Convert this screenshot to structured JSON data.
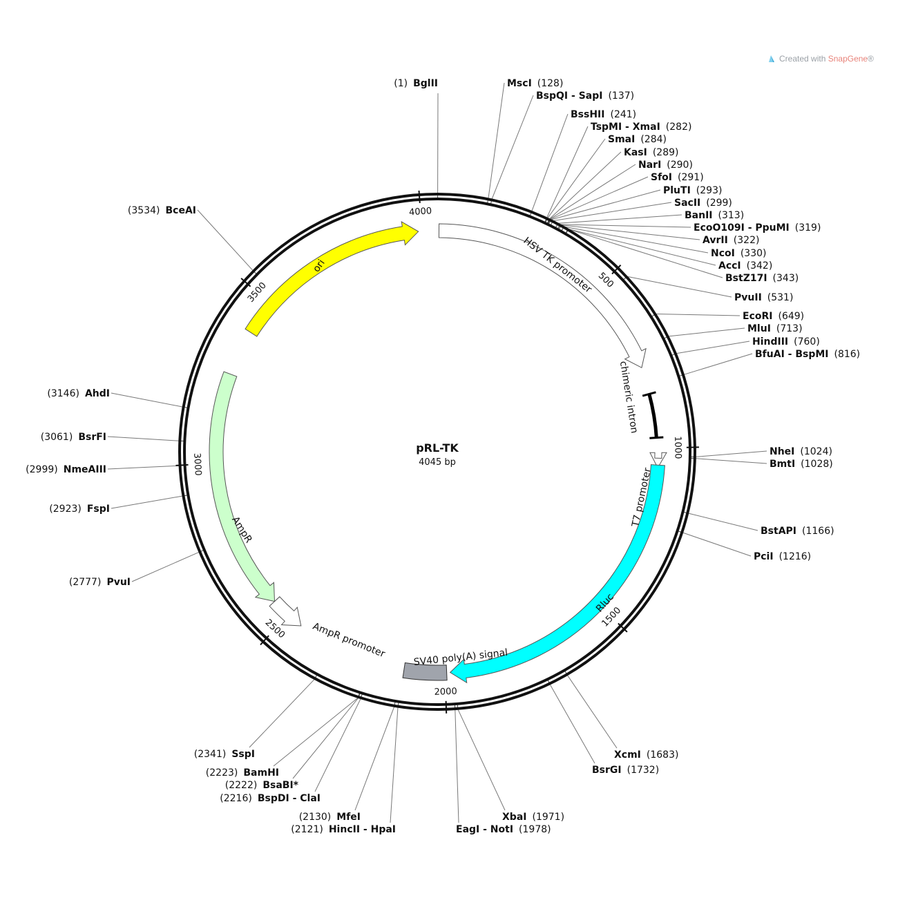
{
  "credit": {
    "prefix": "Created with",
    "brand": "SnapGene",
    "mark": "®"
  },
  "plasmid": {
    "name": "pRL-TK",
    "length": 4045,
    "length_label": "4045 bp"
  },
  "colors": {
    "ori": "#ffff00",
    "rluc": "#00ffff",
    "ampr": "#ccffcc",
    "sv40": "#a0a4ac",
    "outline": "#808080",
    "backbone": "#111111"
  },
  "ticks": [
    {
      "pos": 500,
      "label": "500"
    },
    {
      "pos": 1000,
      "label": "1000"
    },
    {
      "pos": 1500,
      "label": "1500"
    },
    {
      "pos": 2000,
      "label": "2000"
    },
    {
      "pos": 2500,
      "label": "2500"
    },
    {
      "pos": 3000,
      "label": "3000"
    },
    {
      "pos": 3500,
      "label": "3500"
    },
    {
      "pos": 4000,
      "label": "4000"
    }
  ],
  "features": [
    {
      "name": "ori",
      "start": 3400,
      "end": 3990,
      "direction": "forward",
      "color": "#ffff00",
      "label": "ori"
    },
    {
      "name": "hsv-tk-promoter",
      "start": 5,
      "end": 760,
      "direction": "forward",
      "color": "#ffffff",
      "label": "HSV TK promoter"
    },
    {
      "name": "chimeric-intron",
      "start": 840,
      "end": 970,
      "direction": "none",
      "color": "#000000",
      "label": "chimeric intron"
    },
    {
      "name": "t7-promoter",
      "start": 1030,
      "end": 1050,
      "direction": "forward",
      "color": "#ffffff",
      "label": "T7 promoter"
    },
    {
      "name": "rluc",
      "start": 1050,
      "end": 1985,
      "direction": "forward",
      "color": "#00ffff",
      "label": "Rluc"
    },
    {
      "name": "sv40-polya",
      "start": 1995,
      "end": 2120,
      "direction": "none",
      "color": "#a0a4ac",
      "label": "SV40 poly(A) signal"
    },
    {
      "name": "ampr-promoter",
      "start": 2450,
      "end": 2555,
      "direction": "reverse",
      "color": "#ffffff",
      "label": "AmpR promoter"
    },
    {
      "name": "ampr",
      "start": 2555,
      "end": 3265,
      "direction": "reverse",
      "color": "#ccffcc",
      "label": "AmpR"
    }
  ],
  "sites": [
    {
      "name": "BglII",
      "pos": "(1)",
      "p": 1,
      "side": "left"
    },
    {
      "name": "MscI",
      "pos": "(128)",
      "p": 128,
      "side": "right"
    },
    {
      "name": "BspQI - SapI",
      "pos": "(137)",
      "p": 137,
      "side": "right"
    },
    {
      "name": "BssHII",
      "pos": "(241)",
      "p": 241,
      "side": "right"
    },
    {
      "name": "TspMI - XmaI",
      "pos": "(282)",
      "p": 282,
      "side": "right"
    },
    {
      "name": "SmaI",
      "pos": "(284)",
      "p": 284,
      "side": "right"
    },
    {
      "name": "KasI",
      "pos": "(289)",
      "p": 289,
      "side": "right"
    },
    {
      "name": "NarI",
      "pos": "(290)",
      "p": 290,
      "side": "right"
    },
    {
      "name": "SfoI",
      "pos": "(291)",
      "p": 291,
      "side": "right"
    },
    {
      "name": "PluTI",
      "pos": "(293)",
      "p": 293,
      "side": "right"
    },
    {
      "name": "SacII",
      "pos": "(299)",
      "p": 299,
      "side": "right"
    },
    {
      "name": "BanII",
      "pos": "(313)",
      "p": 313,
      "side": "right"
    },
    {
      "name": "EcoO109I - PpuMI",
      "pos": "(319)",
      "p": 319,
      "side": "right"
    },
    {
      "name": "AvrII",
      "pos": "(322)",
      "p": 322,
      "side": "right"
    },
    {
      "name": "NcoI",
      "pos": "(330)",
      "p": 330,
      "side": "right"
    },
    {
      "name": "AccI",
      "pos": "(342)",
      "p": 342,
      "side": "right"
    },
    {
      "name": "BstZ17I",
      "pos": "(343)",
      "p": 343,
      "side": "right"
    },
    {
      "name": "PvuII",
      "pos": "(531)",
      "p": 531,
      "side": "right"
    },
    {
      "name": "EcoRI",
      "pos": "(649)",
      "p": 649,
      "side": "right"
    },
    {
      "name": "MluI",
      "pos": "(713)",
      "p": 713,
      "side": "right"
    },
    {
      "name": "HindIII",
      "pos": "(760)",
      "p": 760,
      "side": "right"
    },
    {
      "name": "BfuAI - BspMI",
      "pos": "(816)",
      "p": 816,
      "side": "right"
    },
    {
      "name": "NheI",
      "pos": "(1024)",
      "p": 1024,
      "side": "right"
    },
    {
      "name": "BmtI",
      "pos": "(1028)",
      "p": 1028,
      "side": "right"
    },
    {
      "name": "BstAPI",
      "pos": "(1166)",
      "p": 1166,
      "side": "right"
    },
    {
      "name": "PciI",
      "pos": "(1216)",
      "p": 1216,
      "side": "right"
    },
    {
      "name": "XcmI",
      "pos": "(1683)",
      "p": 1683,
      "side": "right"
    },
    {
      "name": "BsrGI",
      "pos": "(1732)",
      "p": 1732,
      "side": "right"
    },
    {
      "name": "XbaI",
      "pos": "(1971)",
      "p": 1971,
      "side": "right"
    },
    {
      "name": "EagI - NotI",
      "pos": "(1978)",
      "p": 1978,
      "side": "right"
    },
    {
      "name": "HincII - HpaI",
      "pos": "(2121)",
      "p": 2121,
      "side": "left"
    },
    {
      "name": "MfeI",
      "pos": "(2130)",
      "p": 2130,
      "side": "left"
    },
    {
      "name": "BspDI - ClaI",
      "pos": "(2216)",
      "p": 2216,
      "side": "left"
    },
    {
      "name": "BsaBI*",
      "pos": "(2222)",
      "p": 2222,
      "side": "left",
      "muted": true
    },
    {
      "name": "BamHI",
      "pos": "(2223)",
      "p": 2223,
      "side": "left"
    },
    {
      "name": "SspI",
      "pos": "(2341)",
      "p": 2341,
      "side": "left"
    },
    {
      "name": "PvuI",
      "pos": "(2777)",
      "p": 2777,
      "side": "left"
    },
    {
      "name": "FspI",
      "pos": "(2923)",
      "p": 2923,
      "side": "left"
    },
    {
      "name": "NmeAIII",
      "pos": "(2999)",
      "p": 2999,
      "side": "left"
    },
    {
      "name": "BsrFI",
      "pos": "(3061)",
      "p": 3061,
      "side": "left"
    },
    {
      "name": "AhdI",
      "pos": "(3146)",
      "p": 3146,
      "side": "left"
    },
    {
      "name": "BceAI",
      "pos": "(3534)",
      "p": 3534,
      "side": "left"
    }
  ]
}
